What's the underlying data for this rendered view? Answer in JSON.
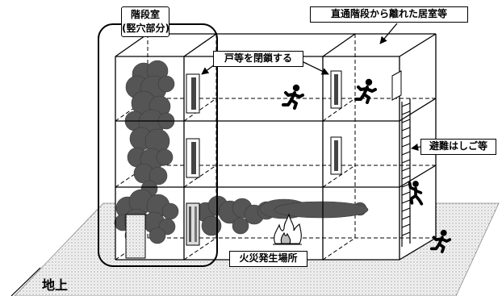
{
  "labels": {
    "stairwell": "階段室",
    "stairwell_note": "(竪穴部分)",
    "remote_room": "直通階段から離れた居室等",
    "close_doors": "戸等を閉鎖する",
    "evacuation_ladder": "避難はしご等",
    "fire_origin": "火災発生場所",
    "ground": "地上"
  },
  "icons": [
    "running-person-icon",
    "climbing-person-icon",
    "fire-icon",
    "smoke-cloud-icon",
    "ladder-icon",
    "door-icon",
    "arrow-icon"
  ],
  "colors": {
    "line": "#000000",
    "smoke": "#555555",
    "ground": "#f1f1f1",
    "background": "#ffffff"
  }
}
